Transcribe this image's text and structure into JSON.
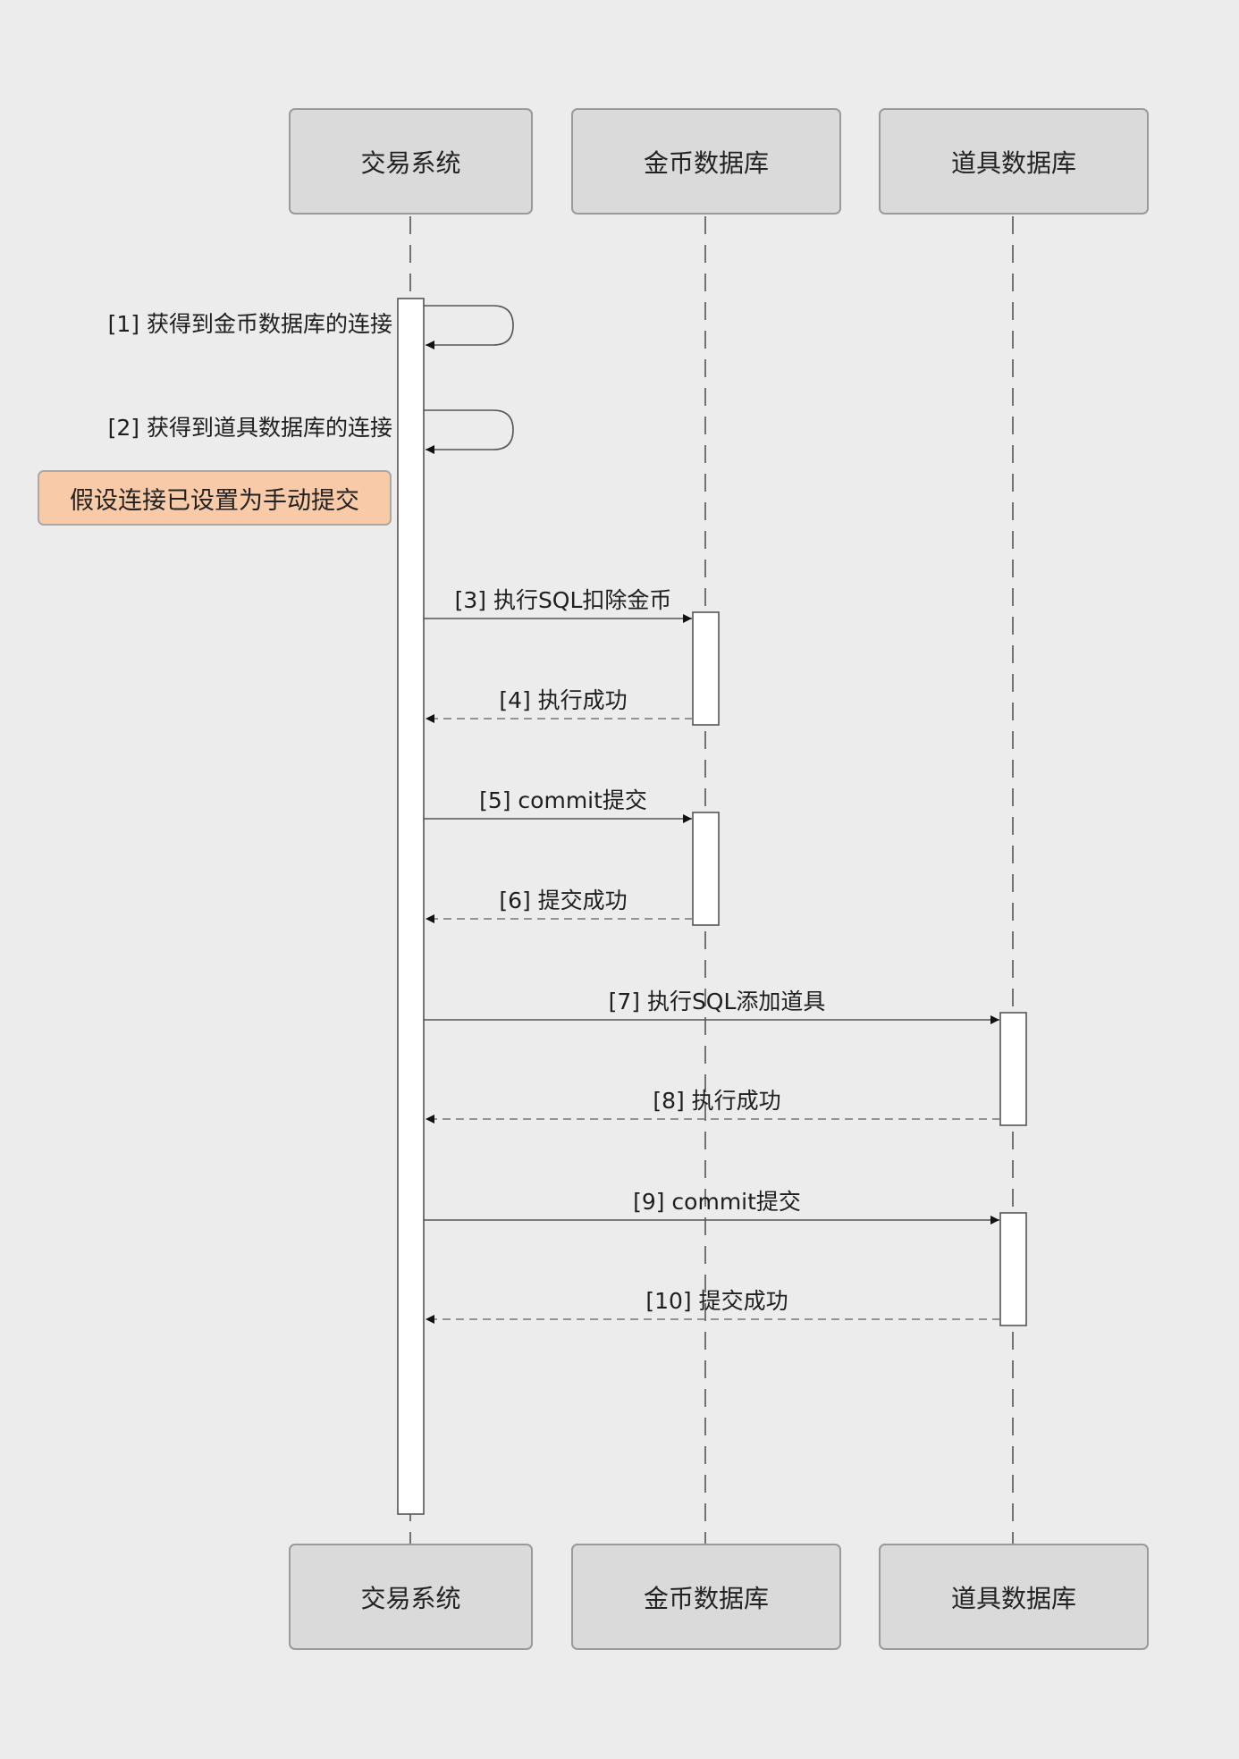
{
  "participants": [
    {
      "id": "trade",
      "label": "交易系统"
    },
    {
      "id": "gold",
      "label": "金币数据库"
    },
    {
      "id": "item",
      "label": "道具数据库"
    }
  ],
  "note": "假设连接已设置为手动提交",
  "messages": [
    {
      "num": "[1]",
      "label": "[1] 获得到金币数据库的连接",
      "from": "trade",
      "to": "trade",
      "kind": "self"
    },
    {
      "num": "[2]",
      "label": "[2] 获得到道具数据库的连接",
      "from": "trade",
      "to": "trade",
      "kind": "self"
    },
    {
      "num": "[3]",
      "label": "[3] 执行SQL扣除金币",
      "from": "trade",
      "to": "gold",
      "kind": "call"
    },
    {
      "num": "[4]",
      "label": "[4] 执行成功",
      "from": "gold",
      "to": "trade",
      "kind": "return"
    },
    {
      "num": "[5]",
      "label": "[5] commit提交",
      "from": "trade",
      "to": "gold",
      "kind": "call"
    },
    {
      "num": "[6]",
      "label": "[6] 提交成功",
      "from": "gold",
      "to": "trade",
      "kind": "return"
    },
    {
      "num": "[7]",
      "label": "[7] 执行SQL添加道具",
      "from": "trade",
      "to": "item",
      "kind": "call"
    },
    {
      "num": "[8]",
      "label": "[8] 执行成功",
      "from": "item",
      "to": "trade",
      "kind": "return"
    },
    {
      "num": "[9]",
      "label": "[9] commit提交",
      "from": "trade",
      "to": "item",
      "kind": "call"
    },
    {
      "num": "[10]",
      "label": "[10] 提交成功",
      "from": "item",
      "to": "trade",
      "kind": "return"
    }
  ],
  "colors": {
    "background": "#ececec",
    "participant_fill": "#dadada",
    "note_fill": "#f8caa8",
    "activation_fill": "#ffffff",
    "line": "#555555"
  }
}
